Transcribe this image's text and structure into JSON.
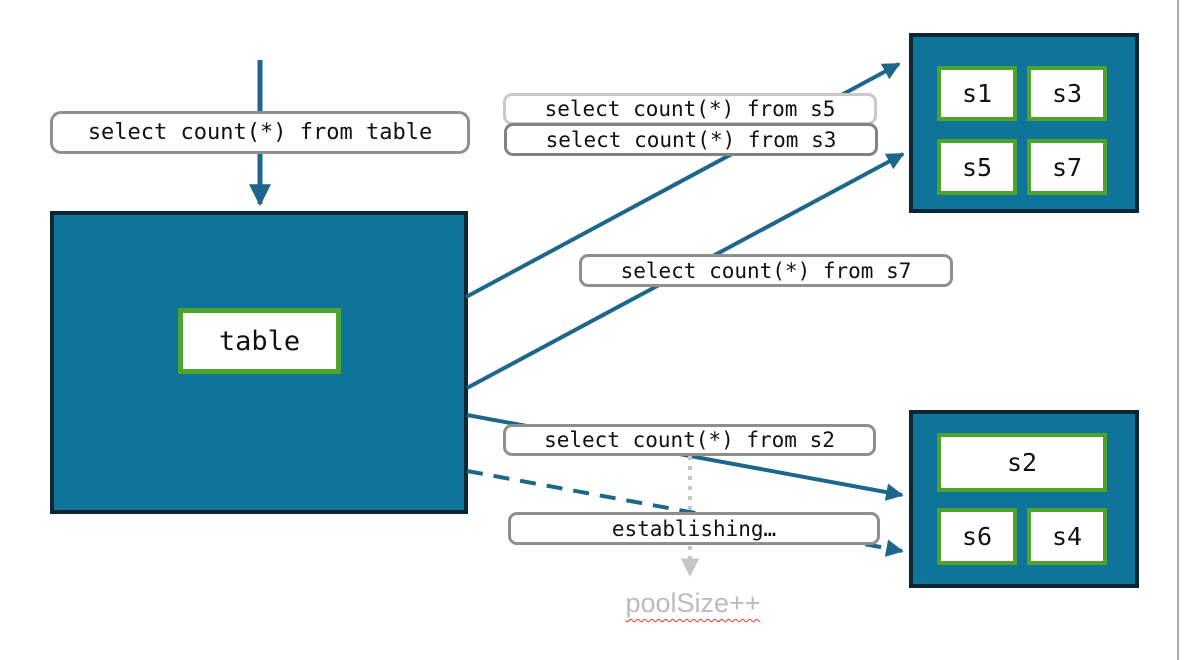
{
  "diagram": {
    "description": "Sharded table fan-out query diagram",
    "main_box": {
      "label": "table"
    },
    "queries": {
      "table": "select count(*) from table",
      "s5": "select count(*) from s5",
      "s3": "select count(*) from s3",
      "s7": "select count(*) from s7",
      "s2": "select count(*) from s2",
      "establishing": "establishing…",
      "pool_size": "poolSize++"
    },
    "top_shard_group": {
      "shards": [
        "s1",
        "s3",
        "s5",
        "s7"
      ]
    },
    "bottom_shard_group": {
      "shards": [
        "s2",
        "s6",
        "s4"
      ]
    },
    "arrows": [
      {
        "from": "query-table-label",
        "to": "main-table-box",
        "style": "solid"
      },
      {
        "from": "main-table-box",
        "to": "top-shard-group",
        "style": "solid"
      },
      {
        "from": "main-table-box",
        "to": "top-shard-group",
        "style": "solid"
      },
      {
        "from": "main-table-box",
        "to": "bottom-shard-group",
        "style": "solid"
      },
      {
        "from": "main-table-box",
        "to": "bottom-shard-group",
        "style": "dashed"
      },
      {
        "from": "query-s2-label",
        "to": "pool-size-label",
        "style": "dotted-gray"
      }
    ],
    "colors": {
      "box_fill": "#0e7499",
      "box_border": "#0d2636",
      "shard_border": "#4ea32c",
      "arrow": "#1e678c",
      "label_border": "#8f8f8f",
      "label_border_light": "#c9c9c9",
      "muted_text": "#bcbcbc",
      "dotted_arrow": "#c6c6c6",
      "spellcheck_underline": "#dd3d2d"
    }
  }
}
